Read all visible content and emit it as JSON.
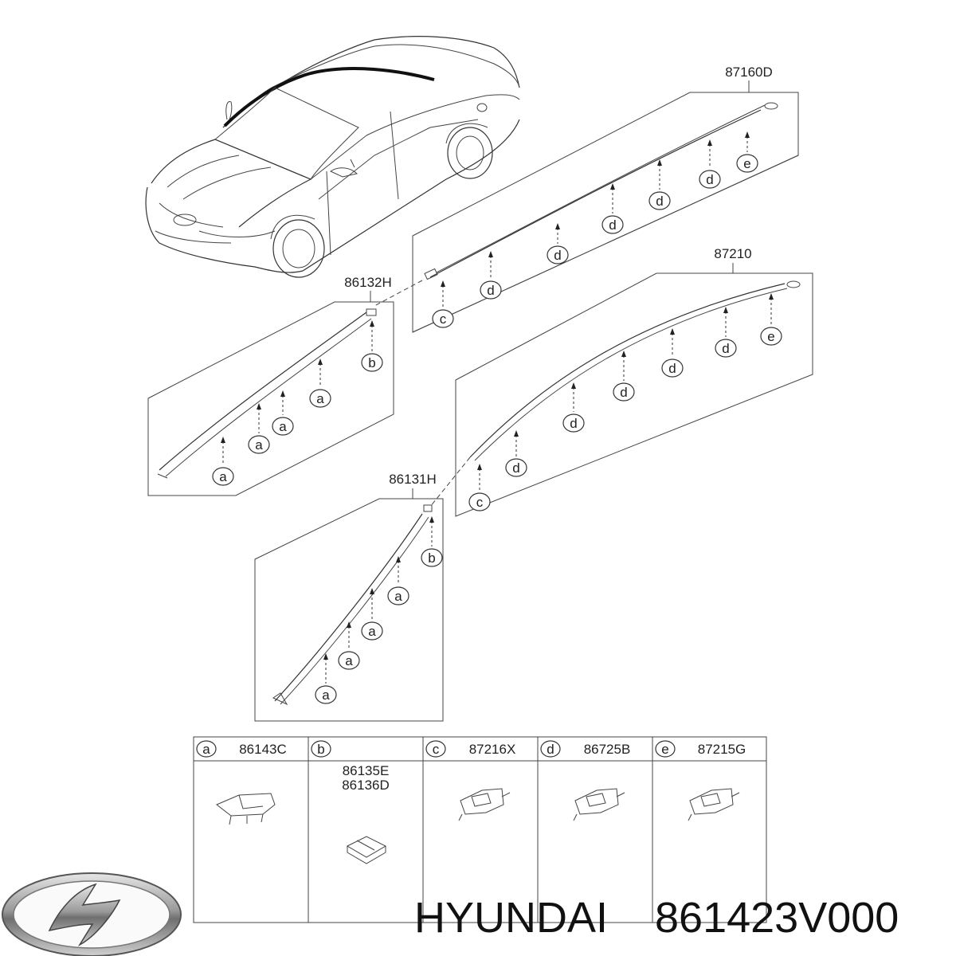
{
  "parts": {
    "p87160D": "87160D",
    "p87210": "87210",
    "p86132H": "86132H",
    "p86131H": "86131H"
  },
  "callouts": {
    "a": "a",
    "b": "b",
    "c": "c",
    "d": "d",
    "e": "e"
  },
  "legend": [
    {
      "letter": "a",
      "codes": [
        "86143C"
      ]
    },
    {
      "letter": "b",
      "codes": [
        "86135E",
        "86136D"
      ]
    },
    {
      "letter": "c",
      "codes": [
        "87216X"
      ]
    },
    {
      "letter": "d",
      "codes": [
        "86725B"
      ]
    },
    {
      "letter": "e",
      "codes": [
        "87215G"
      ]
    }
  ],
  "brand": {
    "name": "HYUNDAI",
    "part_number": "861423V000",
    "logo_icon": "hyundai-logo-icon"
  }
}
